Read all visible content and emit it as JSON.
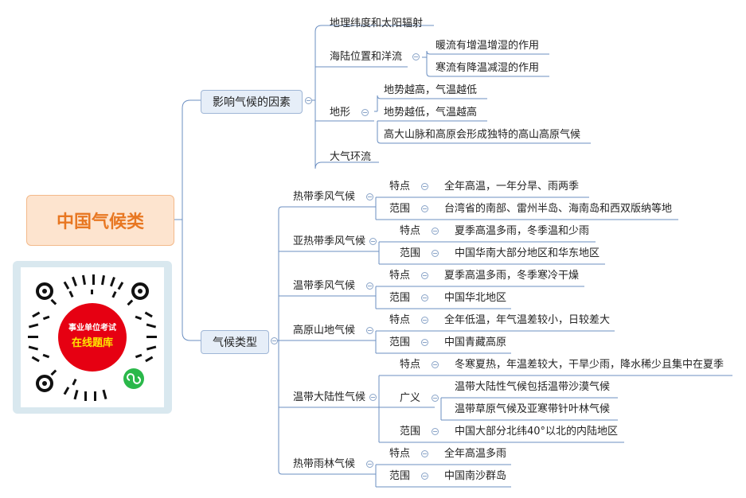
{
  "root": "中国气候类",
  "factors": {
    "label": "影响气候的因素",
    "items": {
      "latitude": "地理纬度和太阳辐射",
      "sea_land": "海陆位置和洋流",
      "warm_current": "暖流有增温增湿的作用",
      "cold_current": "寒流有降温减湿的作用",
      "terrain": "地形",
      "terrain_high": "地势越高，气温越低",
      "terrain_low": "地势越低，气温越高",
      "terrain_plateau": "高大山脉和高原会形成独特的高山高原气候",
      "circulation": "大气环流"
    }
  },
  "types": {
    "label": "气候类型",
    "feature_label": "特点",
    "range_label": "范围",
    "broad_label": "广义",
    "tropical_monsoon": {
      "name": "热带季风气候",
      "feature": "全年高温，一年分旱、雨两季",
      "range": "台湾省的南部、雷州半岛、海南岛和西双版纳等地"
    },
    "subtropical_monsoon": {
      "name": "亚热带季风气候",
      "feature": "夏季高温多雨，冬季温和少雨",
      "range": "中国华南大部分地区和华东地区"
    },
    "temperate_monsoon": {
      "name": "温带季风气候",
      "feature": "夏季高温多雨，冬季寒冷干燥",
      "range": "中国华北地区"
    },
    "plateau_mountain": {
      "name": "高原山地气候",
      "feature": "全年低温，年气温差较小，日较差大",
      "range": "中国青藏高原"
    },
    "temperate_continental": {
      "name": "温带大陆性气候",
      "feature": "冬寒夏热，年温差较大，干旱少雨，降水稀少且集中在夏季",
      "broad_1": "温带大陆性气候包括温带沙漠气候",
      "broad_2": "温带草原气候及亚寒带针叶林气候",
      "range": "中国大部分北纬40°以北的内陆地区"
    },
    "tropical_rainforest": {
      "name": "热带雨林气候",
      "feature": "全年高温多雨",
      "range": "中国南沙群岛"
    }
  },
  "qr": {
    "line1": "事业单位考试",
    "line2": "在线题库"
  },
  "colors": {
    "line": "#6b8fc2",
    "root_fill": "#fde4cf",
    "root_text": "#e87722",
    "branch_fill": "#e6eef8",
    "qr_red": "#e60012",
    "qr_badge_text": "#ffe600",
    "wechat_green": "#2ab84a"
  }
}
